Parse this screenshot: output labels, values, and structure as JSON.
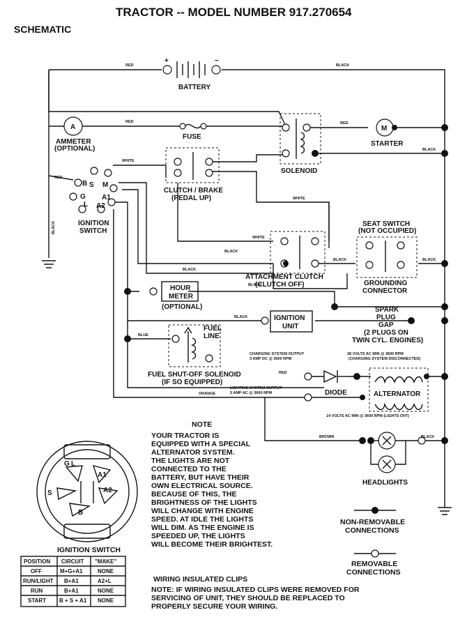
{
  "title": "TRACTOR -- MODEL NUMBER 917.270654",
  "subtitle": "SCHEMATIC",
  "components": {
    "battery": "BATTERY",
    "battery_plus": "+",
    "battery_minus": "−",
    "ammeter_symbol": "A",
    "ammeter": "AMMETER",
    "ammeter_opt": "(OPTIONAL)",
    "fuse": "FUSE",
    "solenoid": "SOLENOID",
    "starter_symbol": "M",
    "starter": "STARTER",
    "clutch_brake": "CLUTCH / BRAKE",
    "clutch_brake_sub": "(PEDAL UP)",
    "ignition_switch_1": "IGNITION",
    "ignition_switch_2": "SWITCH",
    "seat_switch": "SEAT SWITCH",
    "seat_switch_sub": "(NOT OCCUPIED)",
    "grounding_1": "GROUNDING",
    "grounding_2": "CONNECTOR",
    "attach_clutch": "ATTACHMENT CLUTCH",
    "attach_clutch_sub": "(CLUTCH OFF)",
    "hour_meter_1": "HOUR",
    "hour_meter_2": "METER",
    "hour_meter_opt": "(OPTIONAL)",
    "ignition_unit_1": "IGNITION",
    "ignition_unit_2": "UNIT",
    "spark_plug_1": "SPARK",
    "spark_plug_2": "PLUG",
    "spark_plug_3": "GAP",
    "spark_plug_4": "(2 PLUGS ON",
    "spark_plug_5": "TWIN CYL. ENGINES)",
    "fuel_line_1": "FUEL",
    "fuel_line_2": "LINE",
    "fuel_solenoid": "FUEL SHUT-OFF SOLENOID",
    "fuel_solenoid_sub": "(IF SO EQUIPPED)",
    "diode": "DIODE",
    "alternator": "ALTERNATOR",
    "headlights": "HEADLIGHTS"
  },
  "terminals": {
    "b": "B",
    "s": "S",
    "m": "M",
    "g": "G",
    "l": "L",
    "a1": "A1",
    "a2": "A2"
  },
  "wire_labels": {
    "red_battery": "RED",
    "black_battery": "BLACK",
    "red_ammeter": "RED",
    "red_starter": "RED",
    "black_solenoid": "BLACK",
    "white_top": "WHITE",
    "red_left": "RED",
    "black_ground": "BLACK",
    "white_mid": "WHITE",
    "white_attach": "WHITE",
    "black_attach1": "BLACK",
    "black_attach2": "BLACK",
    "black_attach3": "BLACK",
    "black_seat": "BLACK",
    "black_seat2": "BLACK",
    "black_ign": "BLACK",
    "blue": "BLUE",
    "red_diode": "RED",
    "orange": "ORANGE",
    "brown": "BROWN",
    "black_head": "BLACK"
  },
  "specs": {
    "charging_1": "CHARGING SYSTEM OUTPUT",
    "charging_2": "3 AMP DC @ 3600 RPM",
    "ac28_1": "28 VOLTS AC MIN @ 3600 RPM",
    "ac28_2": "(CHARGING SYSTEM DISCONNECTED)",
    "lighting_1": "LIGHTING SYSTEM OUTPUT",
    "lighting_2": "5 AMP AC @ 3600 RPM",
    "ac14": "14 VOLTS AC MIN @ 3600 RPM (LIGHTS OFF)"
  },
  "switch_letters": {
    "g": "G",
    "l": "L",
    "a1": "A1",
    "s": "S",
    "b": "B",
    "a2": "A2"
  },
  "note": {
    "heading": "NOTE",
    "lines": [
      "YOUR TRACTOR IS",
      "EQUIPPED WITH A SPECIAL",
      "ALTERNATOR SYSTEM.",
      "THE LIGHTS ARE NOT",
      "CONNECTED TO THE",
      "BATTERY, BUT HAVE THEIR",
      "OWN ELECTRICAL SOURCE.",
      "BECAUSE OF THIS, THE",
      "BRIGHTNESS OF THE LIGHTS",
      "WILL CHANGE WITH ENGINE",
      "SPEED.  AT IDLE THE LIGHTS",
      "WILL DIM.  AS THE ENGINE IS",
      "SPEEDED UP, THE LIGHTS",
      "WILL BECOME THEIR BRIGHTEST."
    ]
  },
  "legend": {
    "nonremovable_1": "NON-REMOVABLE",
    "nonremovable_2": "CONNECTIONS",
    "removable_1": "REMOVABLE",
    "removable_2": "CONNECTIONS"
  },
  "clips": {
    "heading": "WIRING INSULATED CLIPS",
    "line1": "NOTE: IF WIRING INSULATED CLIPS WERE REMOVED FOR",
    "line2": "SERVICING OF UNIT, THEY SHOULD BE REPLACED TO",
    "line3": "PROPERLY SECURE YOUR WIRING."
  },
  "switch_table": {
    "title": "IGNITION SWITCH",
    "headers": [
      "POSITION",
      "CIRCUIT",
      "\"MAKE\""
    ],
    "rows": [
      [
        "OFF",
        "M+G+A1",
        "NONE"
      ],
      [
        "RUN/LIGHT",
        "B+A1",
        "A2+L"
      ],
      [
        "RUN",
        "B+A1",
        "NONE"
      ],
      [
        "START",
        "B + S + A1",
        "NONE"
      ]
    ]
  }
}
